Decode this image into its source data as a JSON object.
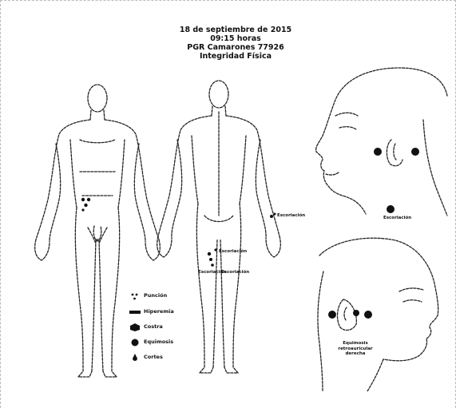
{
  "header": {
    "date": "18 de septiembre de 2015",
    "time": "09:15 horas",
    "case": "PGR Camarones 77926",
    "title": "Integridad Física"
  },
  "figures": {
    "front": "",
    "back": ""
  },
  "annotations": {
    "back_right_arm": "Escoriación",
    "back_hand_left": "Escoriación",
    "back_hand_right": "Escoriación",
    "back_hand_upper": "Escoriación",
    "neck": "Escoriación",
    "ear": "Equimosis retroauricular derecha"
  },
  "legend": [
    {
      "symbol": "puncture-dots",
      "label": "Punción"
    },
    {
      "symbol": "bar",
      "label": "Hiperemia"
    },
    {
      "symbol": "hexagon",
      "label": "Costra"
    },
    {
      "symbol": "filled-circle",
      "label": "Equimosis"
    },
    {
      "symbol": "drop",
      "label": "Cortes"
    }
  ],
  "colors": {
    "ink": "#111111",
    "outline": "#222222",
    "page": "#ffffff"
  }
}
